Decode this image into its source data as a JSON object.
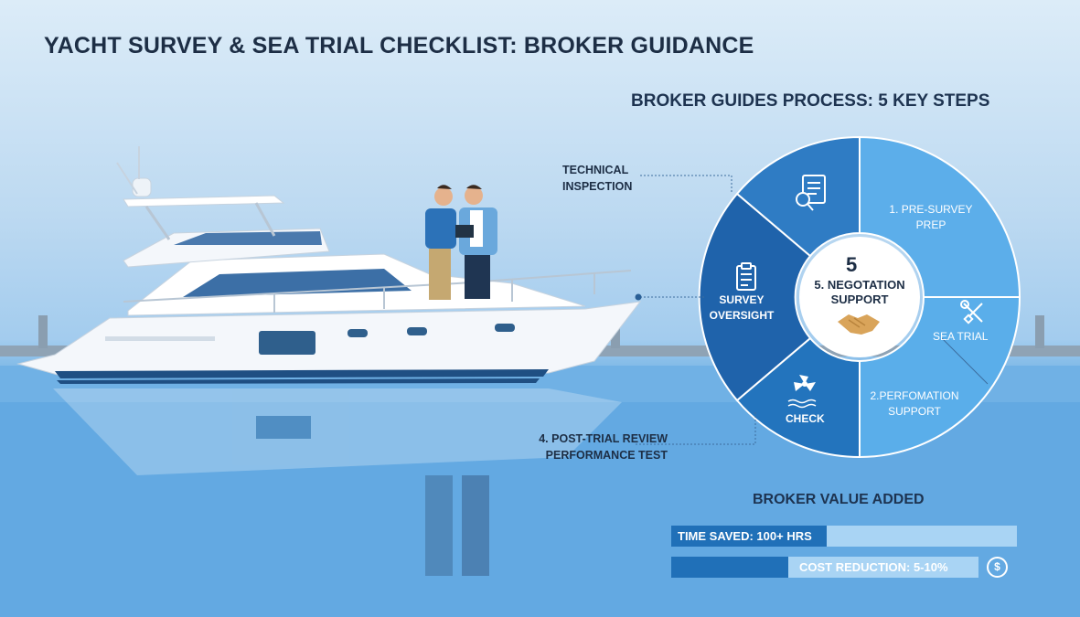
{
  "title": "YACHT SURVEY & SEA TRIAL CHECKLIST: BROKER GUIDANCE",
  "process": {
    "heading": "BROKER GUIDES PROCESS: 5 KEY STEPS",
    "center_number": "5",
    "center_label_1": "5. NEGOTATION",
    "center_label_2": "SUPPORT",
    "segments": {
      "pre_survey_1": "1. PRE-SURVEY",
      "pre_survey_2": "PREP",
      "sea_trial": "SEA TRIAL",
      "performation_1": "2.PERFOMATION",
      "performation_2": "SUPPORT",
      "check": "CHECK",
      "survey_1": "SURVEY",
      "survey_2": "OVERSIGHT"
    },
    "callouts": {
      "technical_1": "TECHNICAL",
      "technical_2": "INSPECTION",
      "post_trial_1": "4. POST-TRIAL REVIEW",
      "post_trial_2": "PERFORMANCE TEST"
    },
    "icons": [
      "document-search-icon",
      "clipboard-icon",
      "tools-icon",
      "propeller-icon",
      "handshake-icon"
    ]
  },
  "value": {
    "heading": "BROKER VALUE ADDED",
    "time_saved": {
      "label": "TIME SAVED: 100+ HRS",
      "fill": 0.45
    },
    "cost_reduction": {
      "label": "COST REDUCTION: 5-10%",
      "fill": 0.38
    },
    "dollar_symbol": "$"
  },
  "colors": {
    "dark_blue": "#1f64ad",
    "mid_blue": "#2f7cc4",
    "light_blue": "#5aaeea",
    "pale_bar": "#a9d4f4",
    "text_dark": "#1d2e45"
  }
}
